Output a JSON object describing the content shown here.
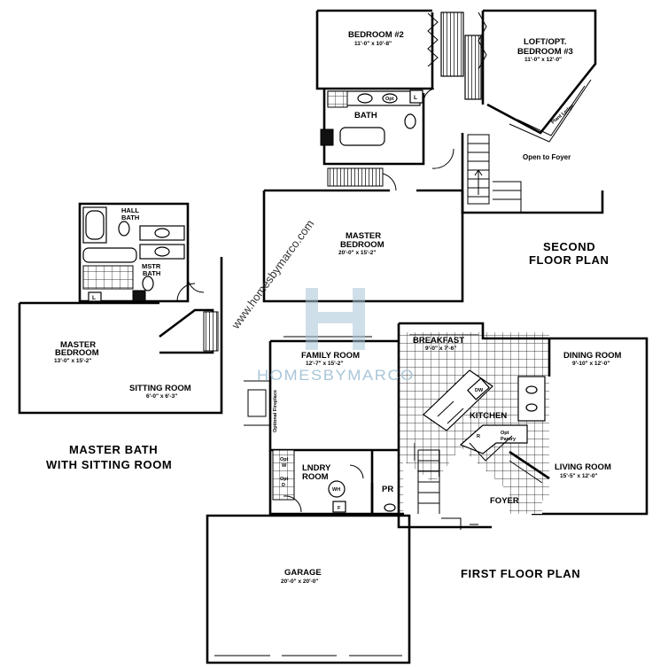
{
  "colors": {
    "ink": "#000000",
    "paper": "#ffffff",
    "watermark": "#a9c6d8"
  },
  "headings": {
    "second_floor": [
      "SECOND",
      "FLOOR PLAN"
    ],
    "first_floor": "FIRST FLOOR PLAN",
    "option": [
      "MASTER BATH",
      "WITH SITTING ROOM"
    ]
  },
  "second_floor": {
    "bedroom2": {
      "name": "BEDROOM #2",
      "dims": "11'-0\" x 10'-8\""
    },
    "loft": {
      "name": [
        "LOFT/OPT.",
        "BEDROOM #3"
      ],
      "dims": "11'-0\" x 12'-0\""
    },
    "bath": "BATH",
    "master": {
      "name": [
        "MASTER",
        "BEDROOM"
      ],
      "dims": "20'-0\" x 15'-2\""
    },
    "open_to_foyer": "Open to Foyer",
    "plant_ledge": "Plant Ledge",
    "opt": "Opt",
    "linen": "L"
  },
  "option_plan": {
    "hall_bath": [
      "HALL",
      "BATH"
    ],
    "mstr_bath": [
      "MSTR",
      "BATH"
    ],
    "master": {
      "name": [
        "MASTER",
        "BEDROOM"
      ],
      "dims": "13'-0\" x 15'-2\""
    },
    "sitting": {
      "name": "SITTING ROOM",
      "dims": "6'-0\" x 6'-3\""
    },
    "linen": "L"
  },
  "first_floor": {
    "family": {
      "name": "FAMILY ROOM",
      "dims": "12'-7\" x 15'-2\""
    },
    "fireplace": "Optional Fireplace",
    "breakfast": {
      "name": "BREAKFAST",
      "dims": "9'-0\" x 7'-6\""
    },
    "dining": {
      "name": "DINING ROOM",
      "dims": "9'-10\" x 12'-0\""
    },
    "kitchen": "KITCHEN",
    "dw": "DW",
    "living": {
      "name": "LIVING ROOM",
      "dims": "15'-5\" x 12'-0\""
    },
    "laundry": [
      "LNDRY",
      "ROOM"
    ],
    "wh": "WH",
    "furnace": "F",
    "powder": "PR",
    "foyer": "FOYER",
    "opt_w": [
      "Opt",
      "W"
    ],
    "opt_d": [
      "Opt",
      "D"
    ],
    "ref": "R",
    "pantry": [
      "Opt",
      "Pantry"
    ],
    "garage": {
      "name": "GARAGE",
      "dims": "20'-0\" x 20'-0\""
    }
  },
  "watermark": {
    "url": "www.homesbymarco.com",
    "brand": "HOMESBYMARCO"
  }
}
